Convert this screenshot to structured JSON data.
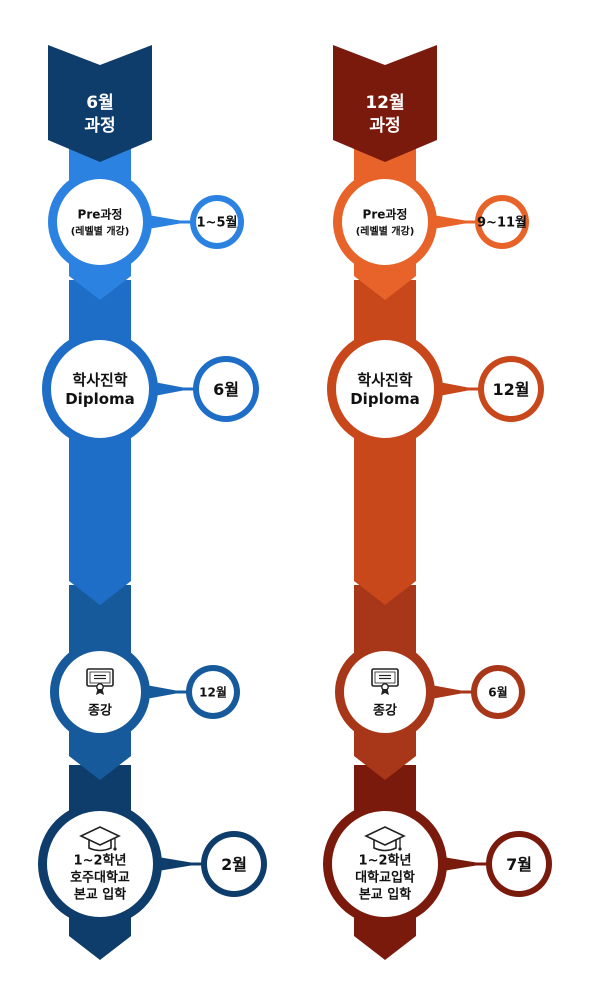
{
  "columns": [
    {
      "id": "june",
      "header_line1": "6월",
      "header_line2": "과정",
      "colors": {
        "header": "#0f3d6b",
        "s1": "#2c82e0",
        "s2": "#1e6ec8",
        "s3": "#175a9c",
        "s4": "#0f3d6b"
      },
      "stages": [
        {
          "name_lines": [
            "Pre과정",
            "(레벨별 개강)"
          ],
          "month": "1~5월",
          "icon": ""
        },
        {
          "name_lines": [
            "학사진학",
            "Diploma"
          ],
          "month": "6월",
          "icon": ""
        },
        {
          "name_lines": [
            "종강"
          ],
          "month": "12월",
          "icon": "certificate-icon"
        },
        {
          "name_lines": [
            "1~2학년",
            "호주대학교",
            "본교 입학"
          ],
          "month": "2월",
          "icon": "graduation-cap-icon"
        }
      ]
    },
    {
      "id": "december",
      "header_line1": "12월",
      "header_line2": "과정",
      "colors": {
        "header": "#7a1a0c",
        "s1": "#e8632a",
        "s2": "#c8481c",
        "s3": "#a83618",
        "s4": "#7a1a0c"
      },
      "stages": [
        {
          "name_lines": [
            "Pre과정",
            "(레벨별 개강)"
          ],
          "month": "9~11월",
          "icon": ""
        },
        {
          "name_lines": [
            "학사진학",
            "Diploma"
          ],
          "month": "12월",
          "icon": ""
        },
        {
          "name_lines": [
            "종강"
          ],
          "month": "6월",
          "icon": "certificate-icon"
        },
        {
          "name_lines": [
            "1~2학년",
            "대학교입학",
            "본교 입학"
          ],
          "month": "7월",
          "icon": "graduation-cap-icon"
        }
      ]
    }
  ]
}
